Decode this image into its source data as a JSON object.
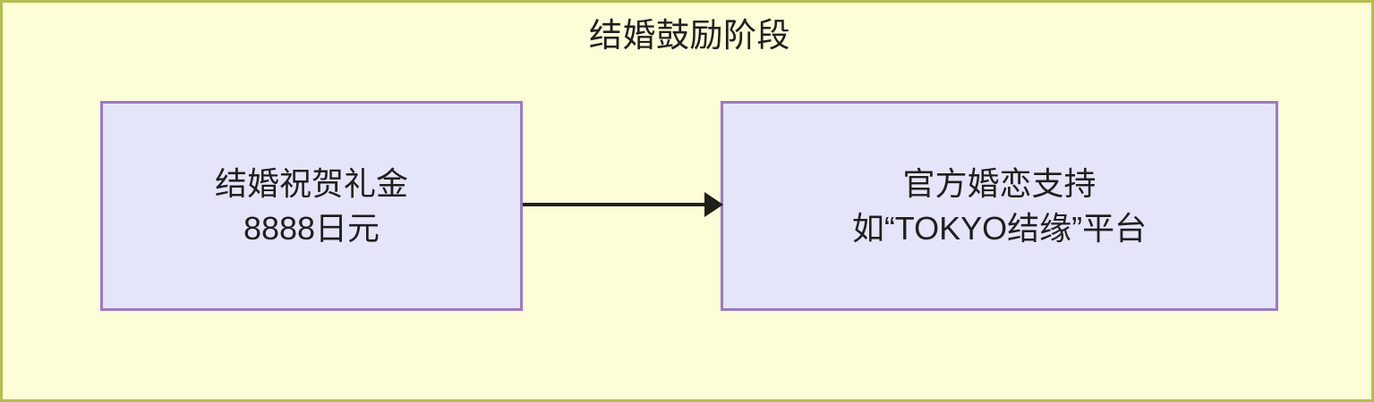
{
  "diagram": {
    "title": "结婚鼓励阶段",
    "background_color": "#fdfdd7",
    "border_color": "#b6bd50",
    "node_fill_color": "#e5e5fa",
    "node_border_color": "#9c78c9",
    "text_color": "#1f1f1f",
    "edge_color": "#1f1f17",
    "nodes": [
      {
        "id": "gift",
        "line1": "结婚祝贺礼金",
        "line2": "8888日元"
      },
      {
        "id": "support",
        "line1": "官方婚恋支持",
        "line2": "如“TOKYO结缘”平台"
      }
    ],
    "edges": [
      {
        "id": "gift-to-support",
        "from": "gift",
        "to": "support",
        "label": "",
        "arrowhead": "solid-triangle"
      }
    ]
  }
}
